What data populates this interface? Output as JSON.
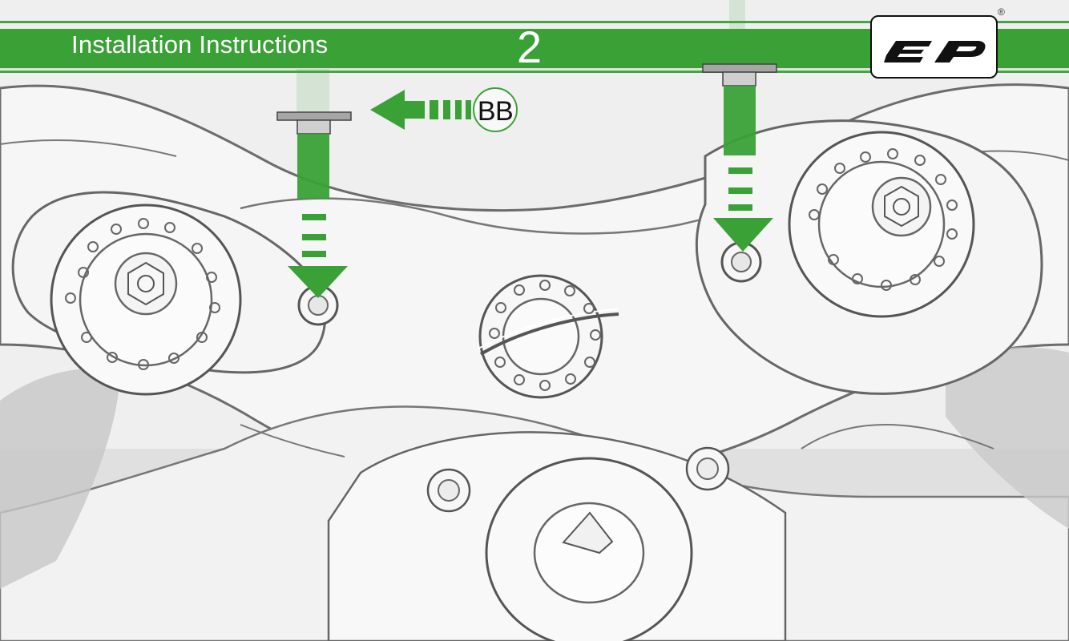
{
  "header": {
    "title": "Installation Instructions",
    "step_number": "2"
  },
  "brand": {
    "registered_mark": "®"
  },
  "callout": {
    "part_label": "BB"
  },
  "colors": {
    "accent": "#3aa137",
    "header_text": "#ffffff",
    "logo_ink": "#111111"
  },
  "icons": {
    "logo": "ep-logo",
    "part_arrow": "left-arrow-icon",
    "install_arrow": "down-arrow-icon"
  }
}
